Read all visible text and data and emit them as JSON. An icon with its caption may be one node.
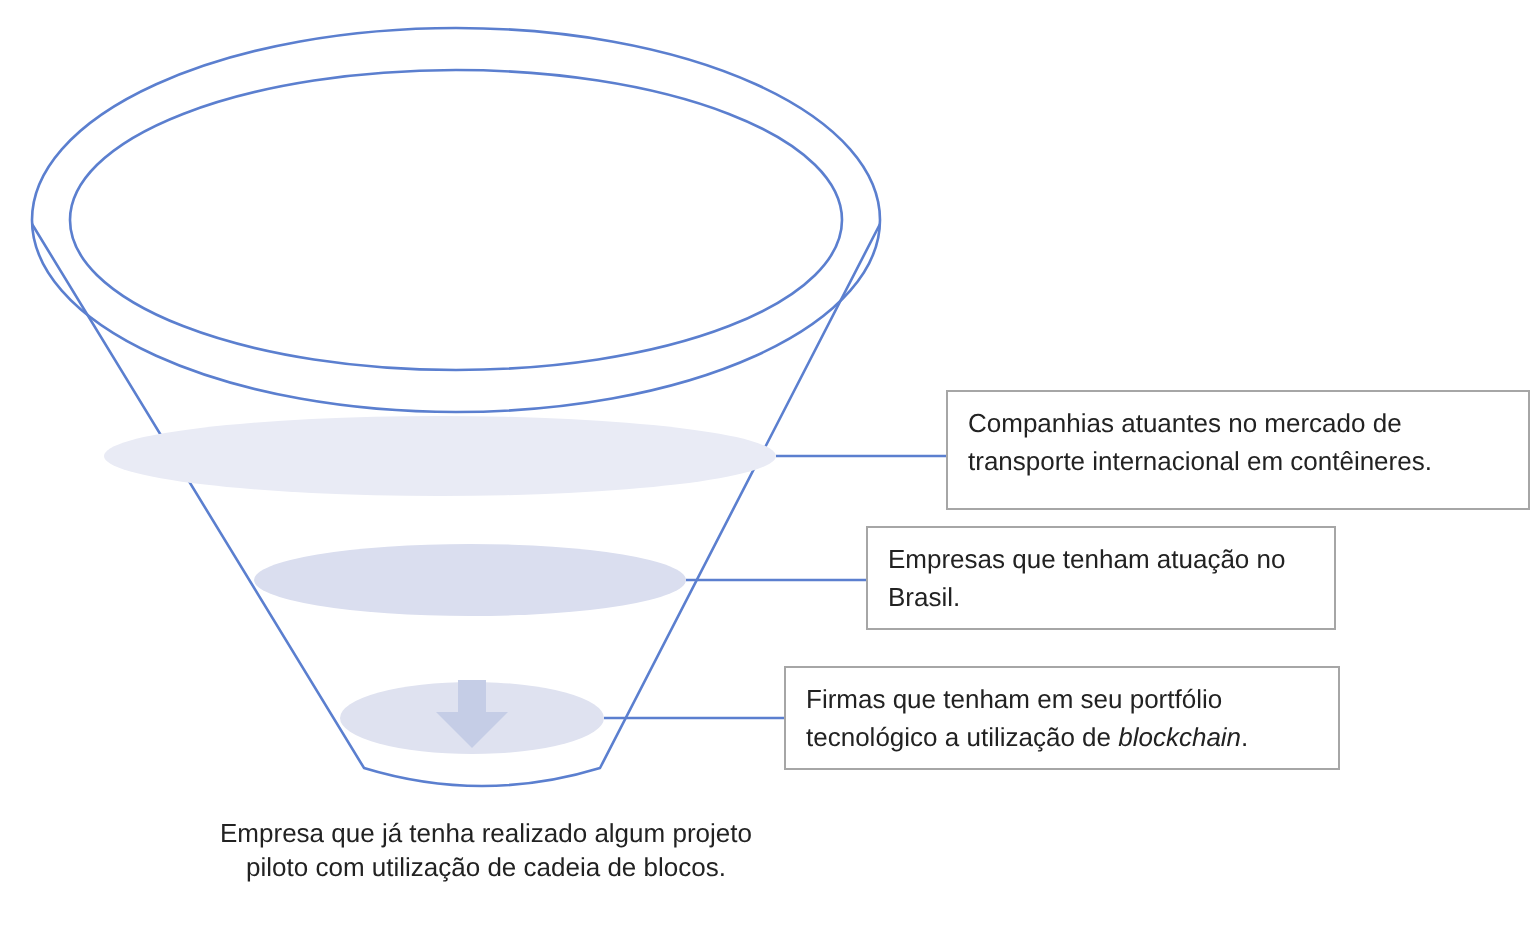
{
  "diagram": {
    "nodes": [
      {
        "text": [],
        "shape": "funnel"
      },
      {
        "text": [],
        "shape": "ellipse"
      },
      {
        "text": [],
        "shape": "ellipse"
      },
      {
        "text": [],
        "shape": "ellipse"
      },
      {
        "text": [
          "Companhias atuantes no mercado de transporte internacional em contêineres."
        ]
      },
      {
        "text": [
          "Empresas que tenham atuação no Brasil."
        ]
      },
      {
        "text": [
          "Firmas que tenham em seu portfólio tecnológico a utilização de *blockchain*."
        ]
      }
    ],
    "edges": [
      {
        "from": 4,
        "to": 1,
        "arrow": "none"
      },
      {
        "from": 5,
        "to": 2,
        "arrow": "none"
      },
      {
        "from": 6,
        "to": 3,
        "arrow": "none"
      }
    ],
    "labels": [
      "Empresa que já tenha realizado algum projeto piloto com utilização de cadeia de blocos."
    ]
  }
}
